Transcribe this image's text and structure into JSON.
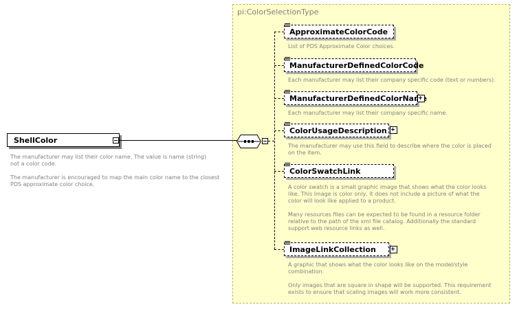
{
  "type_title": "pi:ColorSelectionType",
  "root": {
    "label": "ShellColor",
    "doc": "The manufacturer may list their color name.  The value is name (string)\nnot a color code.\n\nThe manufacturer is encouraged to map the main color name to the closest\nPDS approximate color choice."
  },
  "elements": [
    {
      "label": "ApproximateColorCode",
      "doc": "List of PDS Approximate Color choices."
    },
    {
      "label": "ManufacturerDefinedColorCode",
      "doc": "Each manufacturer may list their company specific code (text or numbers)."
    },
    {
      "label": "ManufacturerDefinedColorName",
      "doc": "Each manufacturer may list their company specific name."
    },
    {
      "label": "ColorUsageDescription",
      "doc": "The manufacturer may use this field to describe where the color is placed\non the item."
    },
    {
      "label": "ColorSwatchLink",
      "doc": "A color swatch is a small graphic image that shows what the color looks\nlike.  This image is color only, it does not include a picture of what the\ncolor will look like applied to a product.\n\nMany resources files can be expected to be found in a resource folder\nrelative to the path of the xml file catalog.  Additionally the standard\nsupport web resource links as well."
    },
    {
      "label": "ImageLinkCollection",
      "doc": "A graphic that shows what the color looks like on the model/style\ncombination.\n\nOnly images that are square in shape will be supported.  This requirement\nexists to ensure that scaling images will work more consistent."
    }
  ]
}
